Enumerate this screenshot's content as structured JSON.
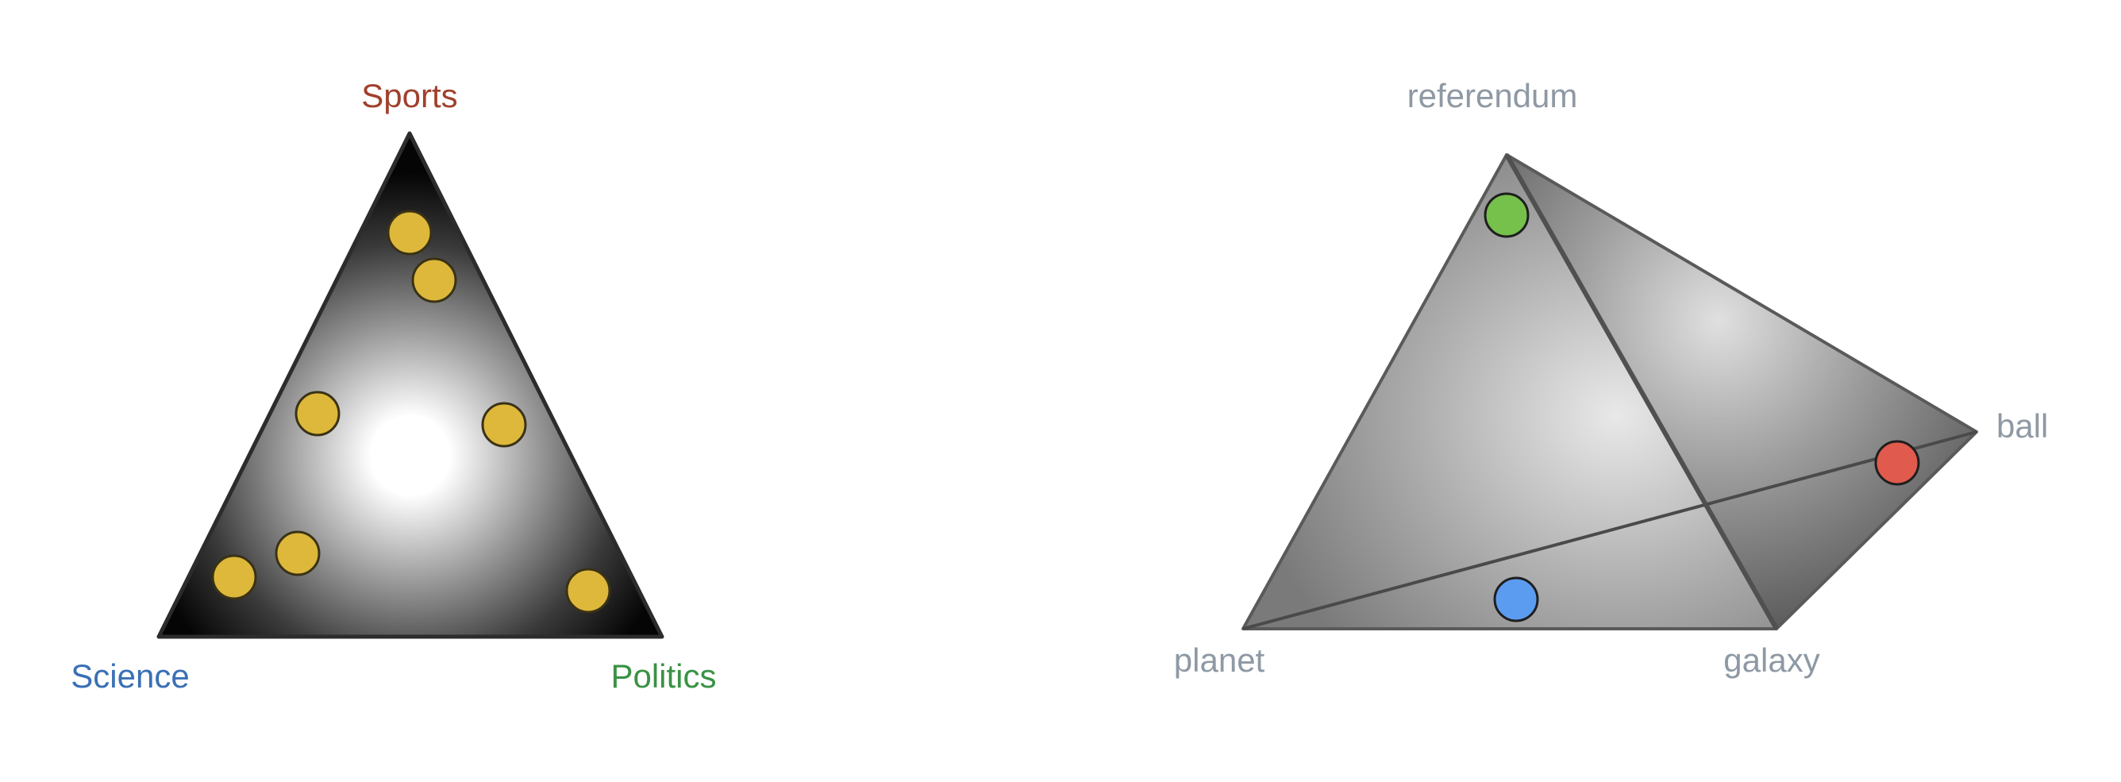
{
  "topic_simplex": {
    "vertex_labels": {
      "top": "Sports",
      "bottom_left": "Science",
      "bottom_right": "Politics"
    },
    "label_colors": {
      "top": "#a0412d",
      "bottom_left": "#3a70b5",
      "bottom_right": "#3a9244"
    },
    "point_color": "#ddb83a",
    "point_count": 7
  },
  "word_simplex": {
    "vertex_labels": {
      "top": "referendum",
      "right": "ball",
      "bottom_left": "planet",
      "bottom_right": "galaxy"
    },
    "label_color": "#8e99a4",
    "points": [
      {
        "color": "#76c04c"
      },
      {
        "color": "#e05b4d"
      },
      {
        "color": "#5b9cf0"
      }
    ]
  }
}
